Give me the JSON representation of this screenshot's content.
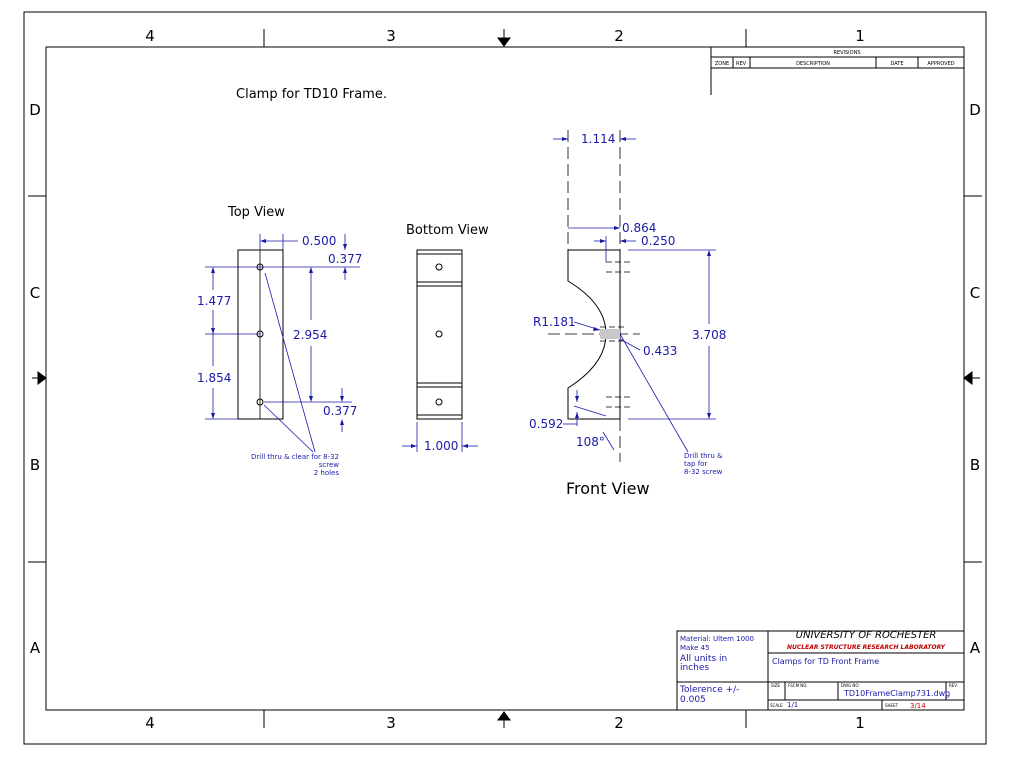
{
  "border": {
    "top_zones": [
      "4",
      "3",
      "2",
      "1"
    ],
    "bottom_zones": [
      "4",
      "3",
      "2",
      "1"
    ],
    "left_zones": [
      "D",
      "C",
      "B",
      "A"
    ],
    "right_zones": [
      "D",
      "C",
      "B",
      "A"
    ]
  },
  "revisions": {
    "title": "REVISIONS",
    "columns": [
      "ZONE",
      "REV",
      "DESCRIPTION",
      "DATE",
      "APPROVED"
    ]
  },
  "drawing_title": "Clamp for TD10 Frame.",
  "top_view": {
    "label": "Top View",
    "dims": [
      "0.500",
      "0.377",
      "1.477",
      "2.954",
      "1.854",
      "0.377"
    ],
    "note": [
      "Drill thru & clear for 8-32",
      "screw",
      "2 holes"
    ]
  },
  "bottom_view": {
    "label": "Bottom View",
    "dims": [
      "1.000"
    ]
  },
  "front_view": {
    "label": "Front View",
    "dims": [
      "1.114",
      "0.864",
      "0.250",
      "R1.181",
      "0.433",
      "3.708",
      "0.592",
      "108°"
    ],
    "note": [
      "Drill thru &",
      "tap for",
      "8-32 screw"
    ]
  },
  "title_block": {
    "material": [
      "Material: Ultem 1000",
      "Make 45"
    ],
    "units": [
      "All units in",
      "inches"
    ],
    "tolerance": [
      "Tolerence +/-",
      "0.005"
    ],
    "university": "UNIVERSITY OF ROCHESTER",
    "lab": "NUCLEAR STRUCTURE RESEARCH LABORATORY",
    "title": "Clamps for TD Front Frame",
    "size_label": "SIZE",
    "fscm_label": "FSCM NO.",
    "dwg_label": "DWG NO.",
    "dwg_no": "TD10FrameClamp731.dwg",
    "rev_label": "REV",
    "scale_label": "SCALE",
    "scale": "1/1",
    "sheet_label": "SHEET",
    "sheet": "3/14"
  },
  "colors": {
    "outline": "#000000",
    "dimension": "#1a1aa8",
    "lab_text": "#c00000",
    "section_hatch": "#c8c8c8"
  }
}
